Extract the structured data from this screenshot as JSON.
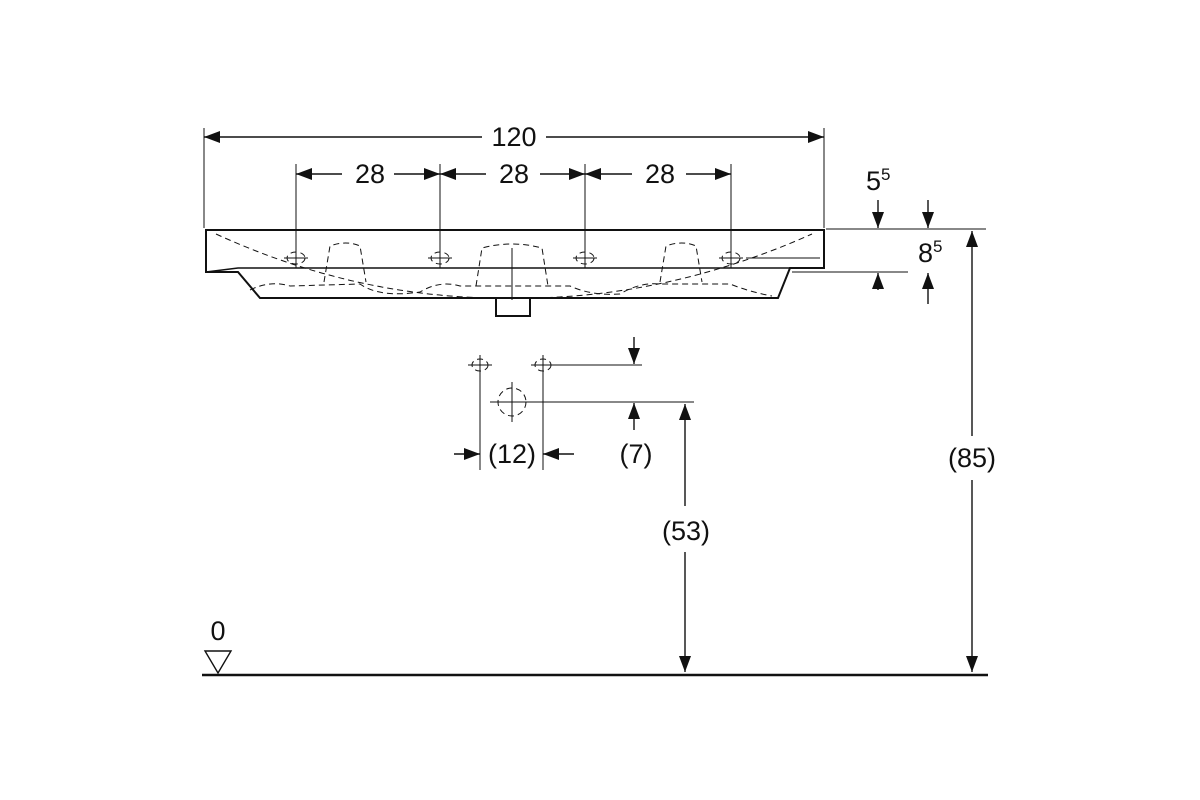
{
  "dimensions": {
    "overall_width": "120",
    "tap_spacing_1": "28",
    "tap_spacing_2": "28",
    "tap_spacing_3": "28",
    "rim_thickness_base": "5",
    "rim_thickness_exp": "5",
    "overflow_depth_base": "8",
    "overflow_depth_exp": "5",
    "waste_spacing": "(12)",
    "waste_offset": "(7)",
    "waste_height": "(53)",
    "rim_height": "(85)",
    "floor_level": "0"
  }
}
